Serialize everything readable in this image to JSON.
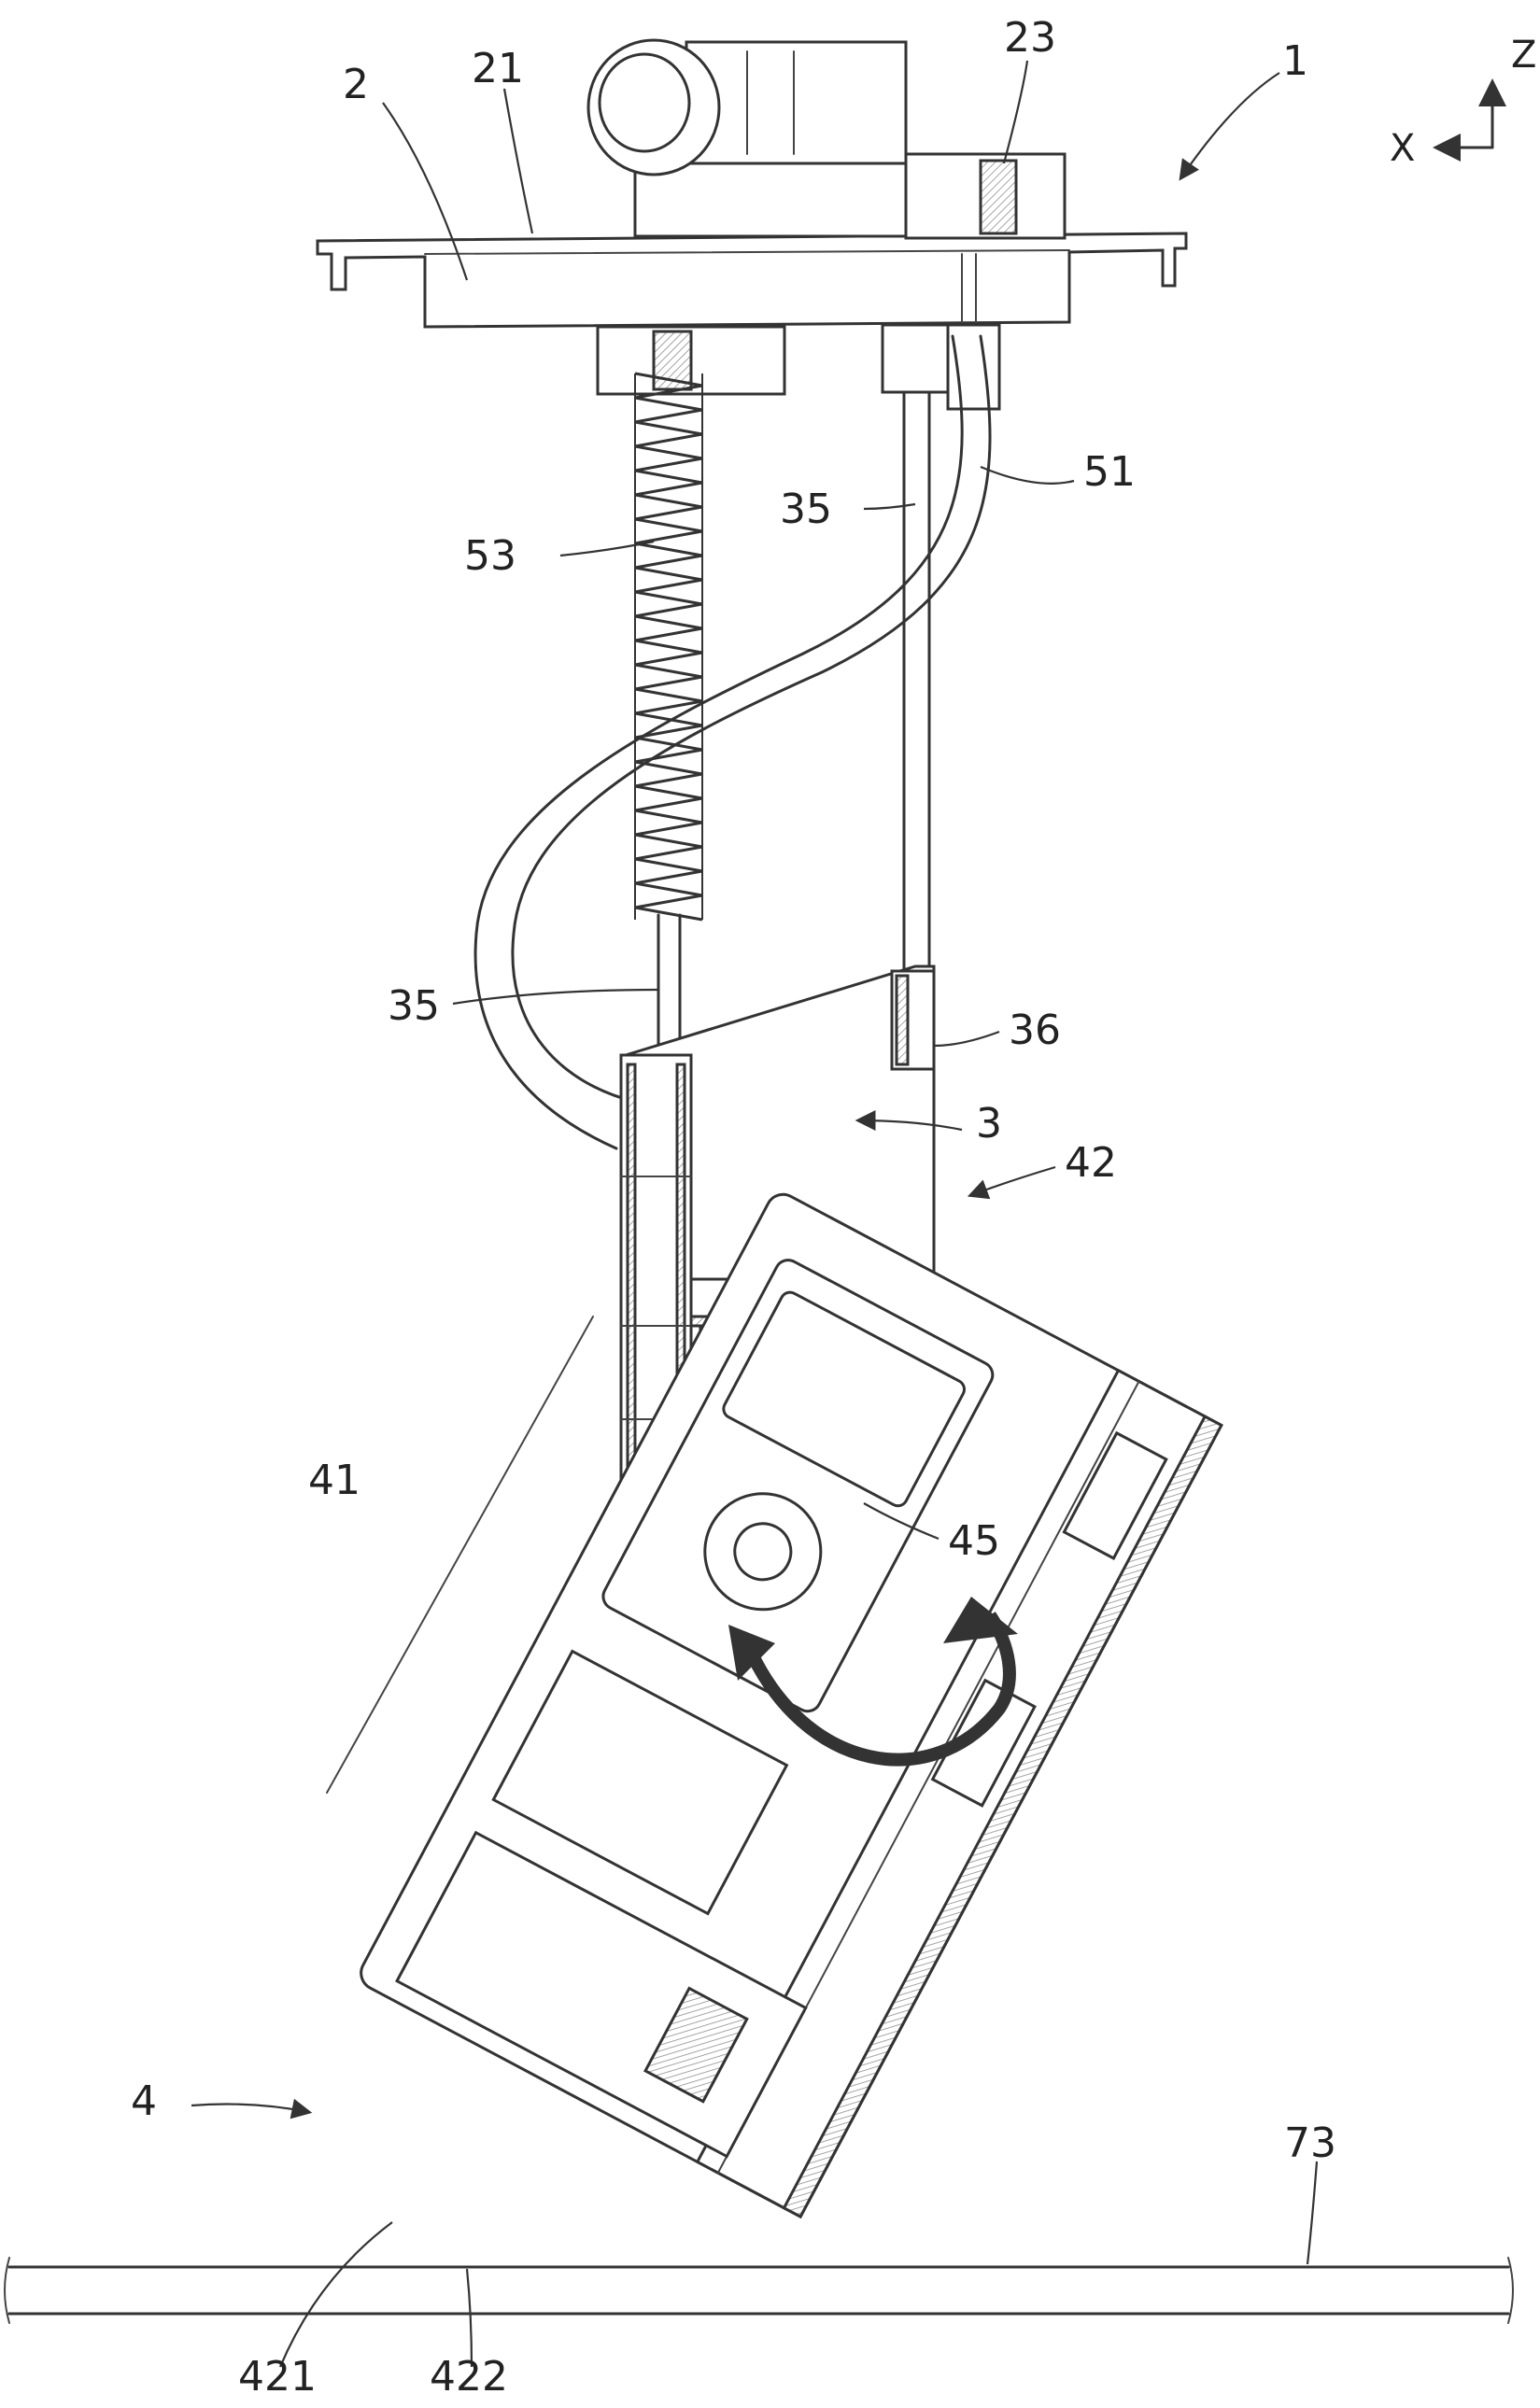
{
  "axes": {
    "z": "Z",
    "x": "X"
  },
  "labels": {
    "l1": "1",
    "l2": "2",
    "l21": "21",
    "l23": "23",
    "l51": "51",
    "l35a": "35",
    "l53": "53",
    "l35b": "35",
    "l36": "36",
    "l3": "3",
    "l42": "42",
    "l41": "41",
    "l45": "45",
    "l4": "4",
    "l73": "73",
    "l421": "421",
    "l422": "422"
  },
  "colors": {
    "line": "#333333",
    "background": "#ffffff"
  }
}
